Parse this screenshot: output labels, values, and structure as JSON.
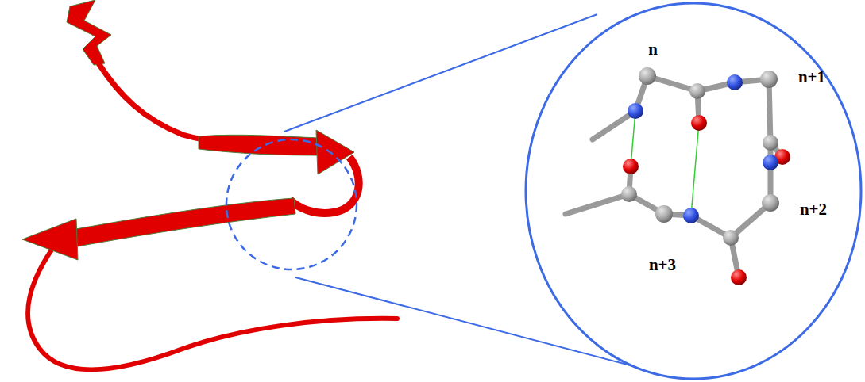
{
  "diagram": {
    "labels": [
      "n",
      "n+1",
      "n+2",
      "n+3"
    ]
  }
}
